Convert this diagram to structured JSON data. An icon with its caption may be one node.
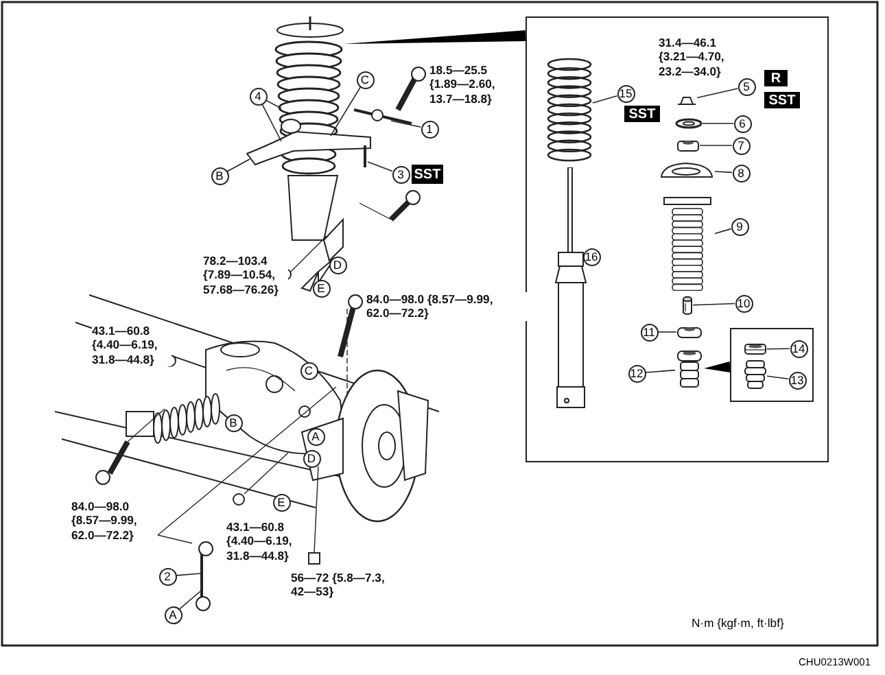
{
  "diagram": {
    "nodes": [
      {
        "text": [],
        "shape": "box"
      },
      {
        "text": [
          "C"
        ]
      },
      {
        "text": [
          "4"
        ]
      },
      {
        "text": [
          "1"
        ]
      },
      {
        "text": [
          "B"
        ]
      },
      {
        "text": [
          "3"
        ]
      },
      {
        "text": [
          "SST"
        ]
      },
      {
        "text": [
          "2"
        ]
      },
      {
        "text": [
          "A"
        ]
      },
      {
        "text": [
          "15"
        ],
        "in": 0
      },
      {
        "text": [
          "SST"
        ],
        "in": 0
      },
      {
        "text": [
          "5"
        ],
        "in": 0
      },
      {
        "text": [
          "R"
        ],
        "in": 0
      },
      {
        "text": [
          "SST"
        ],
        "in": 0
      },
      {
        "text": [
          "6"
        ],
        "in": 0
      },
      {
        "text": [
          "7"
        ],
        "in": 0
      },
      {
        "text": [
          "8"
        ],
        "in": 0
      },
      {
        "text": [
          "9"
        ],
        "in": 0
      },
      {
        "text": [
          "16"
        ],
        "in": 0
      },
      {
        "text": [
          "10"
        ],
        "in": 0
      },
      {
        "text": [
          "11"
        ],
        "in": 0
      },
      {
        "text": [
          "12"
        ],
        "in": 0
      },
      {
        "text": [],
        "shape": "box",
        "in": 0
      },
      {
        "text": [
          "14"
        ],
        "in": 22
      },
      {
        "text": [
          "13"
        ],
        "in": 22
      },
      {
        "text": [],
        "shape": "picture",
        "in": 0
      },
      {
        "text": [],
        "shape": "picture",
        "in": 0
      },
      {
        "text": [],
        "shape": "picture",
        "in": 0
      },
      {
        "text": [],
        "shape": "picture",
        "in": 0
      },
      {
        "text": [],
        "shape": "picture",
        "in": 0
      },
      {
        "text": [],
        "shape": "picture",
        "in": 0
      },
      {
        "text": [],
        "shape": "picture",
        "in": 0
      },
      {
        "text": [],
        "shape": "picture",
        "in": 0
      },
      {
        "text": [],
        "shape": "picture",
        "in": 0
      },
      {
        "text": [],
        "shape": "picture",
        "in": 0
      },
      {
        "text": [],
        "shape": "picture",
        "in": 22
      },
      {
        "text": [],
        "shape": "picture",
        "in": 22
      },
      {
        "text": [
          "D"
        ]
      },
      {
        "text": [
          "E"
        ]
      },
      {
        "text": [
          "C"
        ]
      },
      {
        "text": [
          "B"
        ]
      },
      {
        "text": [
          "A"
        ]
      },
      {
        "text": [
          "D"
        ]
      },
      {
        "text": [
          "E"
        ]
      }
    ],
    "edges": [
      {
        "from": 1,
        "to": null,
        "arrow": "none"
      },
      {
        "from": 2,
        "to": null,
        "arrow": "none"
      },
      {
        "from": 2,
        "to": null,
        "arrow": "none"
      },
      {
        "from": 3,
        "to": null,
        "arrow": "none"
      },
      {
        "from": 4,
        "to": null,
        "arrow": "none"
      },
      {
        "from": 5,
        "to": null,
        "arrow": "none"
      },
      {
        "from": 7,
        "to": null,
        "arrow": "none"
      },
      {
        "from": 8,
        "to": null,
        "arrow": "none"
      },
      {
        "from": 9,
        "to": 25,
        "arrow": "none"
      },
      {
        "from": 11,
        "to": 26,
        "arrow": "none"
      },
      {
        "from": 14,
        "to": 27,
        "arrow": "none"
      },
      {
        "from": 15,
        "to": 28,
        "arrow": "none"
      },
      {
        "from": 16,
        "to": 29,
        "arrow": "none"
      },
      {
        "from": 17,
        "to": 30,
        "arrow": "none"
      },
      {
        "from": 18,
        "to": 31,
        "arrow": "none"
      },
      {
        "from": 19,
        "to": 32,
        "arrow": "none"
      },
      {
        "from": 20,
        "to": 33,
        "arrow": "none"
      },
      {
        "from": 21,
        "to": 34,
        "arrow": "none"
      },
      {
        "from": 23,
        "to": 35,
        "arrow": "none"
      },
      {
        "from": 24,
        "to": 36,
        "arrow": "none"
      },
      {
        "from": 0,
        "to": null,
        "arrow": "to",
        "style": "thick"
      },
      {
        "from": 22,
        "to": 34,
        "arrow": "to",
        "style": "thick"
      }
    ],
    "labels": [
      "31.4—46.1 {3.21—4.70, 23.2—34.0}",
      "18.5—25.5 {1.89—2.60, 13.7—18.8}",
      "78.2—103.4 {7.89—10.54, 57.68—76.26}",
      "84.0—98.0 {8.57—9.99, 62.0—72.2}",
      "43.1—60.8 {4.40—6.19, 31.8—44.8}",
      "84.0—98.0 {8.57—9.99, 62.0—72.2}",
      "43.1—60.8 {4.40—6.19, 31.8—44.8}",
      "56—72 {5.8—7.3, 42—53}",
      "N·m {kgf·m, ft·lbf}",
      "CHU0213W001"
    ]
  }
}
